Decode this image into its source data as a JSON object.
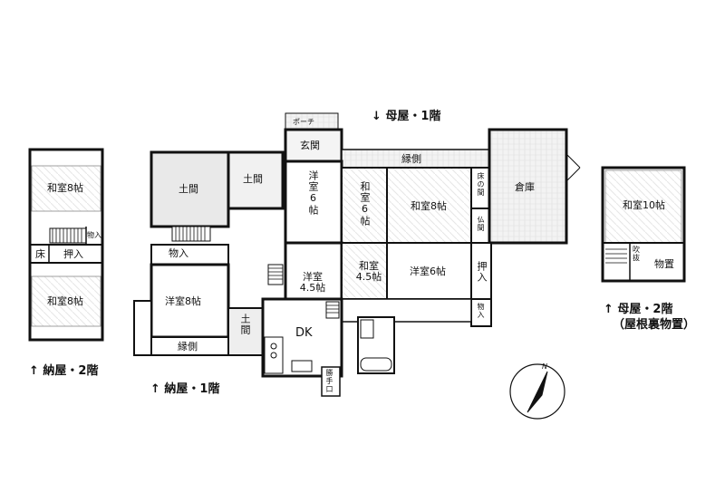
{
  "captions": {
    "main_floor1": "↓ 母屋・1階",
    "annex_floor2": "↑ 納屋・2階",
    "annex_floor1": "↑ 納屋・1階",
    "main_floor2_line1": "↑ 母屋・2階",
    "main_floor2_line2": "（屋根裏物置）"
  },
  "annex2": {
    "top_room": "和室8帖",
    "closet_small": "物入",
    "alcove": "床",
    "closet": "押入",
    "bottom_room": "和室8帖"
  },
  "annex1": {
    "dirt_floor_left": "土間",
    "dirt_floor_right": "土間",
    "storage": "物入",
    "western_room": "洋室8帖",
    "veranda": "縁側",
    "dirt_floor_small": "土間"
  },
  "main1": {
    "porch": "ポーチ",
    "entrance": "玄関",
    "veranda": "縁側",
    "western_6": "洋室6帖",
    "japanese_6": "和室6帖",
    "japanese_8": "和室8帖",
    "alcove": "床の間",
    "altar": "仏間",
    "warehouse": "倉庫",
    "western_45": "洋室4.5帖",
    "japanese_45": "和室4.5帖",
    "western_6b": "洋室6帖",
    "closet": "押入",
    "storage": "物入",
    "dk": "DK",
    "back_door": "勝手口"
  },
  "main2": {
    "room": "和室10帖",
    "void": "吹抜",
    "storage": "物置"
  },
  "compass": {
    "label": "N"
  }
}
